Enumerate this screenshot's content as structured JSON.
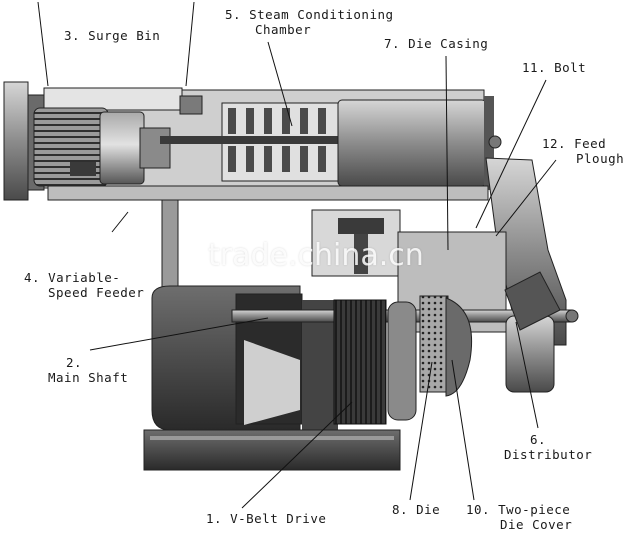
{
  "labels": {
    "surge_bin": "3. Surge Bin",
    "steam_chamber_1": "5. Steam Conditioning",
    "steam_chamber_2": "Chamber",
    "die_casing": "7. Die Casing",
    "bolt": "11. Bolt",
    "feed_plough_1": "12. Feed",
    "feed_plough_2": "Plough",
    "feeder_1": "4. Variable-",
    "feeder_2": "Speed Feeder",
    "main_shaft_1": "2.",
    "main_shaft_2": "Main Shaft",
    "distributor_1": "6.",
    "distributor_2": "Distributor",
    "vbelt": "1. V-Belt Drive",
    "die": "8. Die",
    "die_cover_1": "10. Two-piece",
    "die_cover_2": "Die Cover"
  },
  "watermark": "trade.china.cn",
  "colors": {
    "metal_dark": "#3a3a3a",
    "metal_mid": "#7a7a7a",
    "metal_light": "#b8b8b8",
    "line": "#111111"
  }
}
